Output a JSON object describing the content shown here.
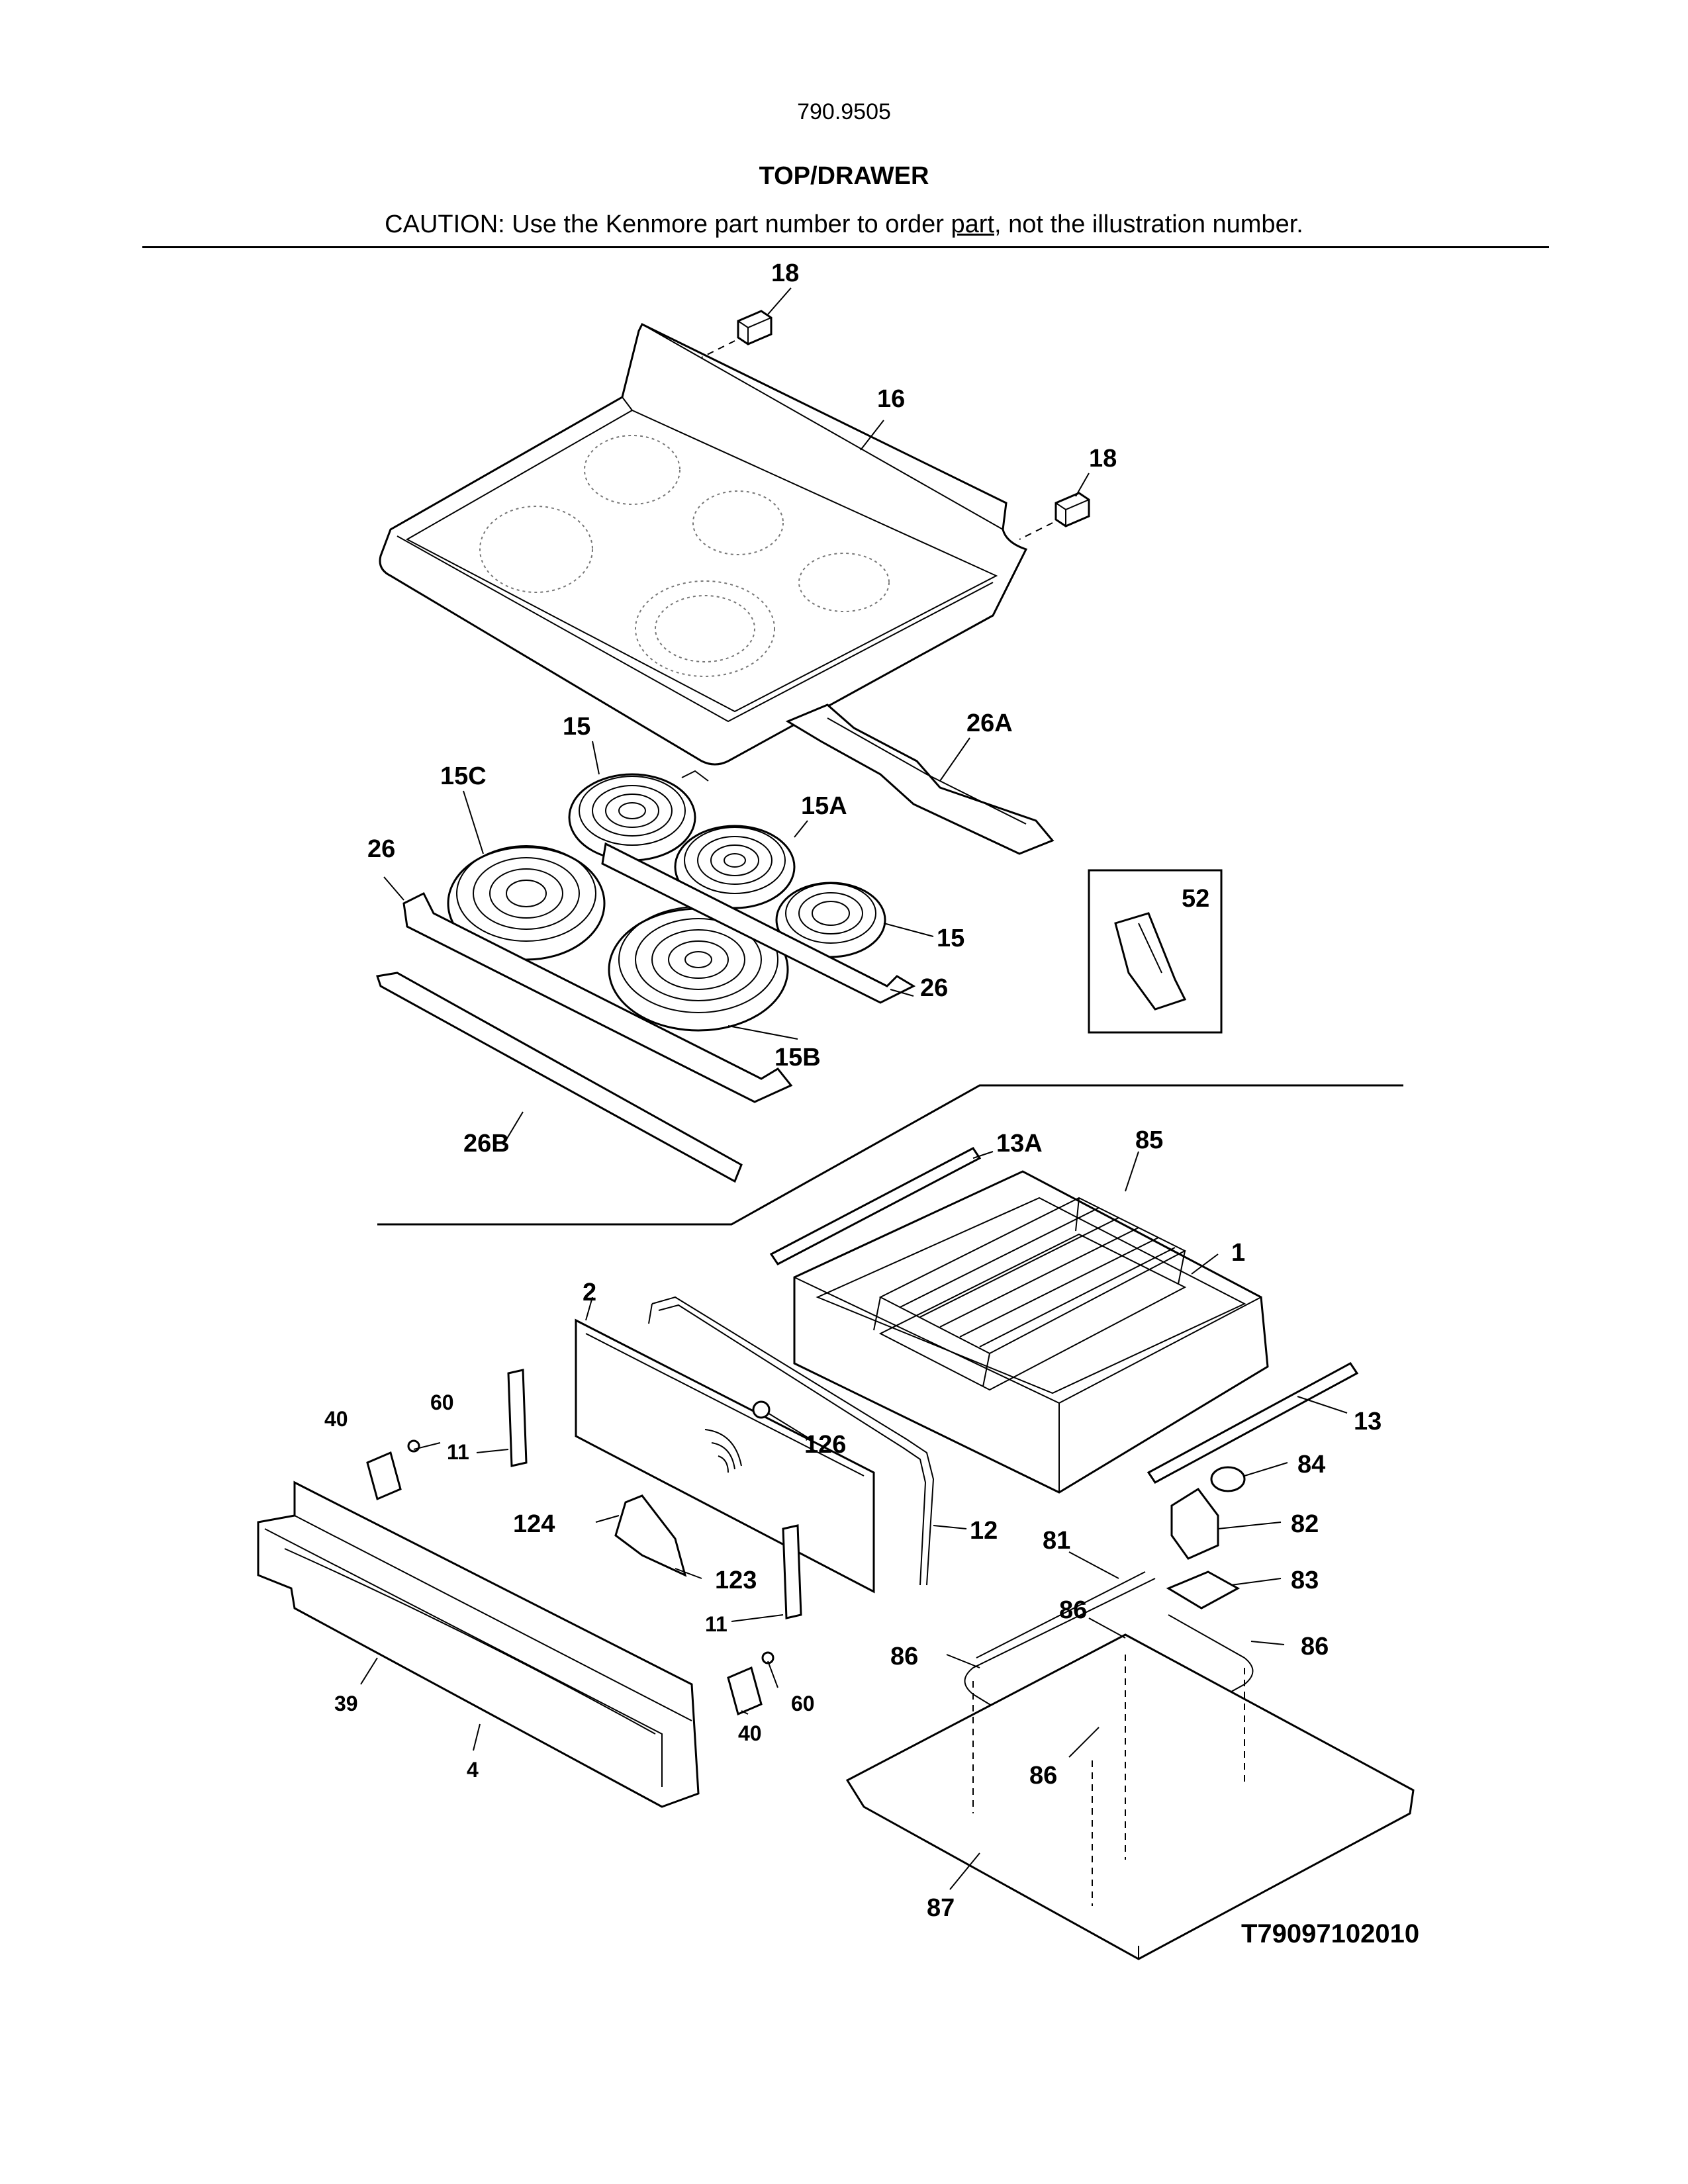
{
  "header": {
    "model_number": "790.9505",
    "section_title": "TOP/DRAWER",
    "caution_before": "CAUTION: Use the Kenmore part number to order ",
    "caution_underlined": "part",
    "caution_after": ", not the illustration number."
  },
  "diagram_code": "T79097102010",
  "callouts": [
    {
      "id": "c18a",
      "text": "18"
    },
    {
      "id": "c16",
      "text": "16"
    },
    {
      "id": "c18b",
      "text": "18"
    },
    {
      "id": "c15a",
      "text": "15"
    },
    {
      "id": "c26A",
      "text": "26A"
    },
    {
      "id": "c15C",
      "text": "15C"
    },
    {
      "id": "c15A",
      "text": "15A"
    },
    {
      "id": "c26a",
      "text": "26"
    },
    {
      "id": "c52",
      "text": "52"
    },
    {
      "id": "c15b",
      "text": "15"
    },
    {
      "id": "c26b",
      "text": "26"
    },
    {
      "id": "c15B",
      "text": "15B"
    },
    {
      "id": "c26B",
      "text": "26B"
    },
    {
      "id": "c13A",
      "text": "13A"
    },
    {
      "id": "c85",
      "text": "85"
    },
    {
      "id": "c1",
      "text": "1"
    },
    {
      "id": "c2",
      "text": "2"
    },
    {
      "id": "c40a",
      "text": "40"
    },
    {
      "id": "c60a",
      "text": "60"
    },
    {
      "id": "c11a",
      "text": "11"
    },
    {
      "id": "c126",
      "text": "126"
    },
    {
      "id": "c13",
      "text": "13"
    },
    {
      "id": "c84",
      "text": "84"
    },
    {
      "id": "c124",
      "text": "124"
    },
    {
      "id": "c12",
      "text": "12"
    },
    {
      "id": "c81",
      "text": "81"
    },
    {
      "id": "c82",
      "text": "82"
    },
    {
      "id": "c123",
      "text": "123"
    },
    {
      "id": "c83",
      "text": "83"
    },
    {
      "id": "c11b",
      "text": "11"
    },
    {
      "id": "c86a",
      "text": "86"
    },
    {
      "id": "c86b",
      "text": "86"
    },
    {
      "id": "c86c",
      "text": "86"
    },
    {
      "id": "c60b",
      "text": "60"
    },
    {
      "id": "c39",
      "text": "39"
    },
    {
      "id": "c40b",
      "text": "40"
    },
    {
      "id": "c4",
      "text": "4"
    },
    {
      "id": "c86d",
      "text": "86"
    },
    {
      "id": "c87",
      "text": "87"
    }
  ]
}
